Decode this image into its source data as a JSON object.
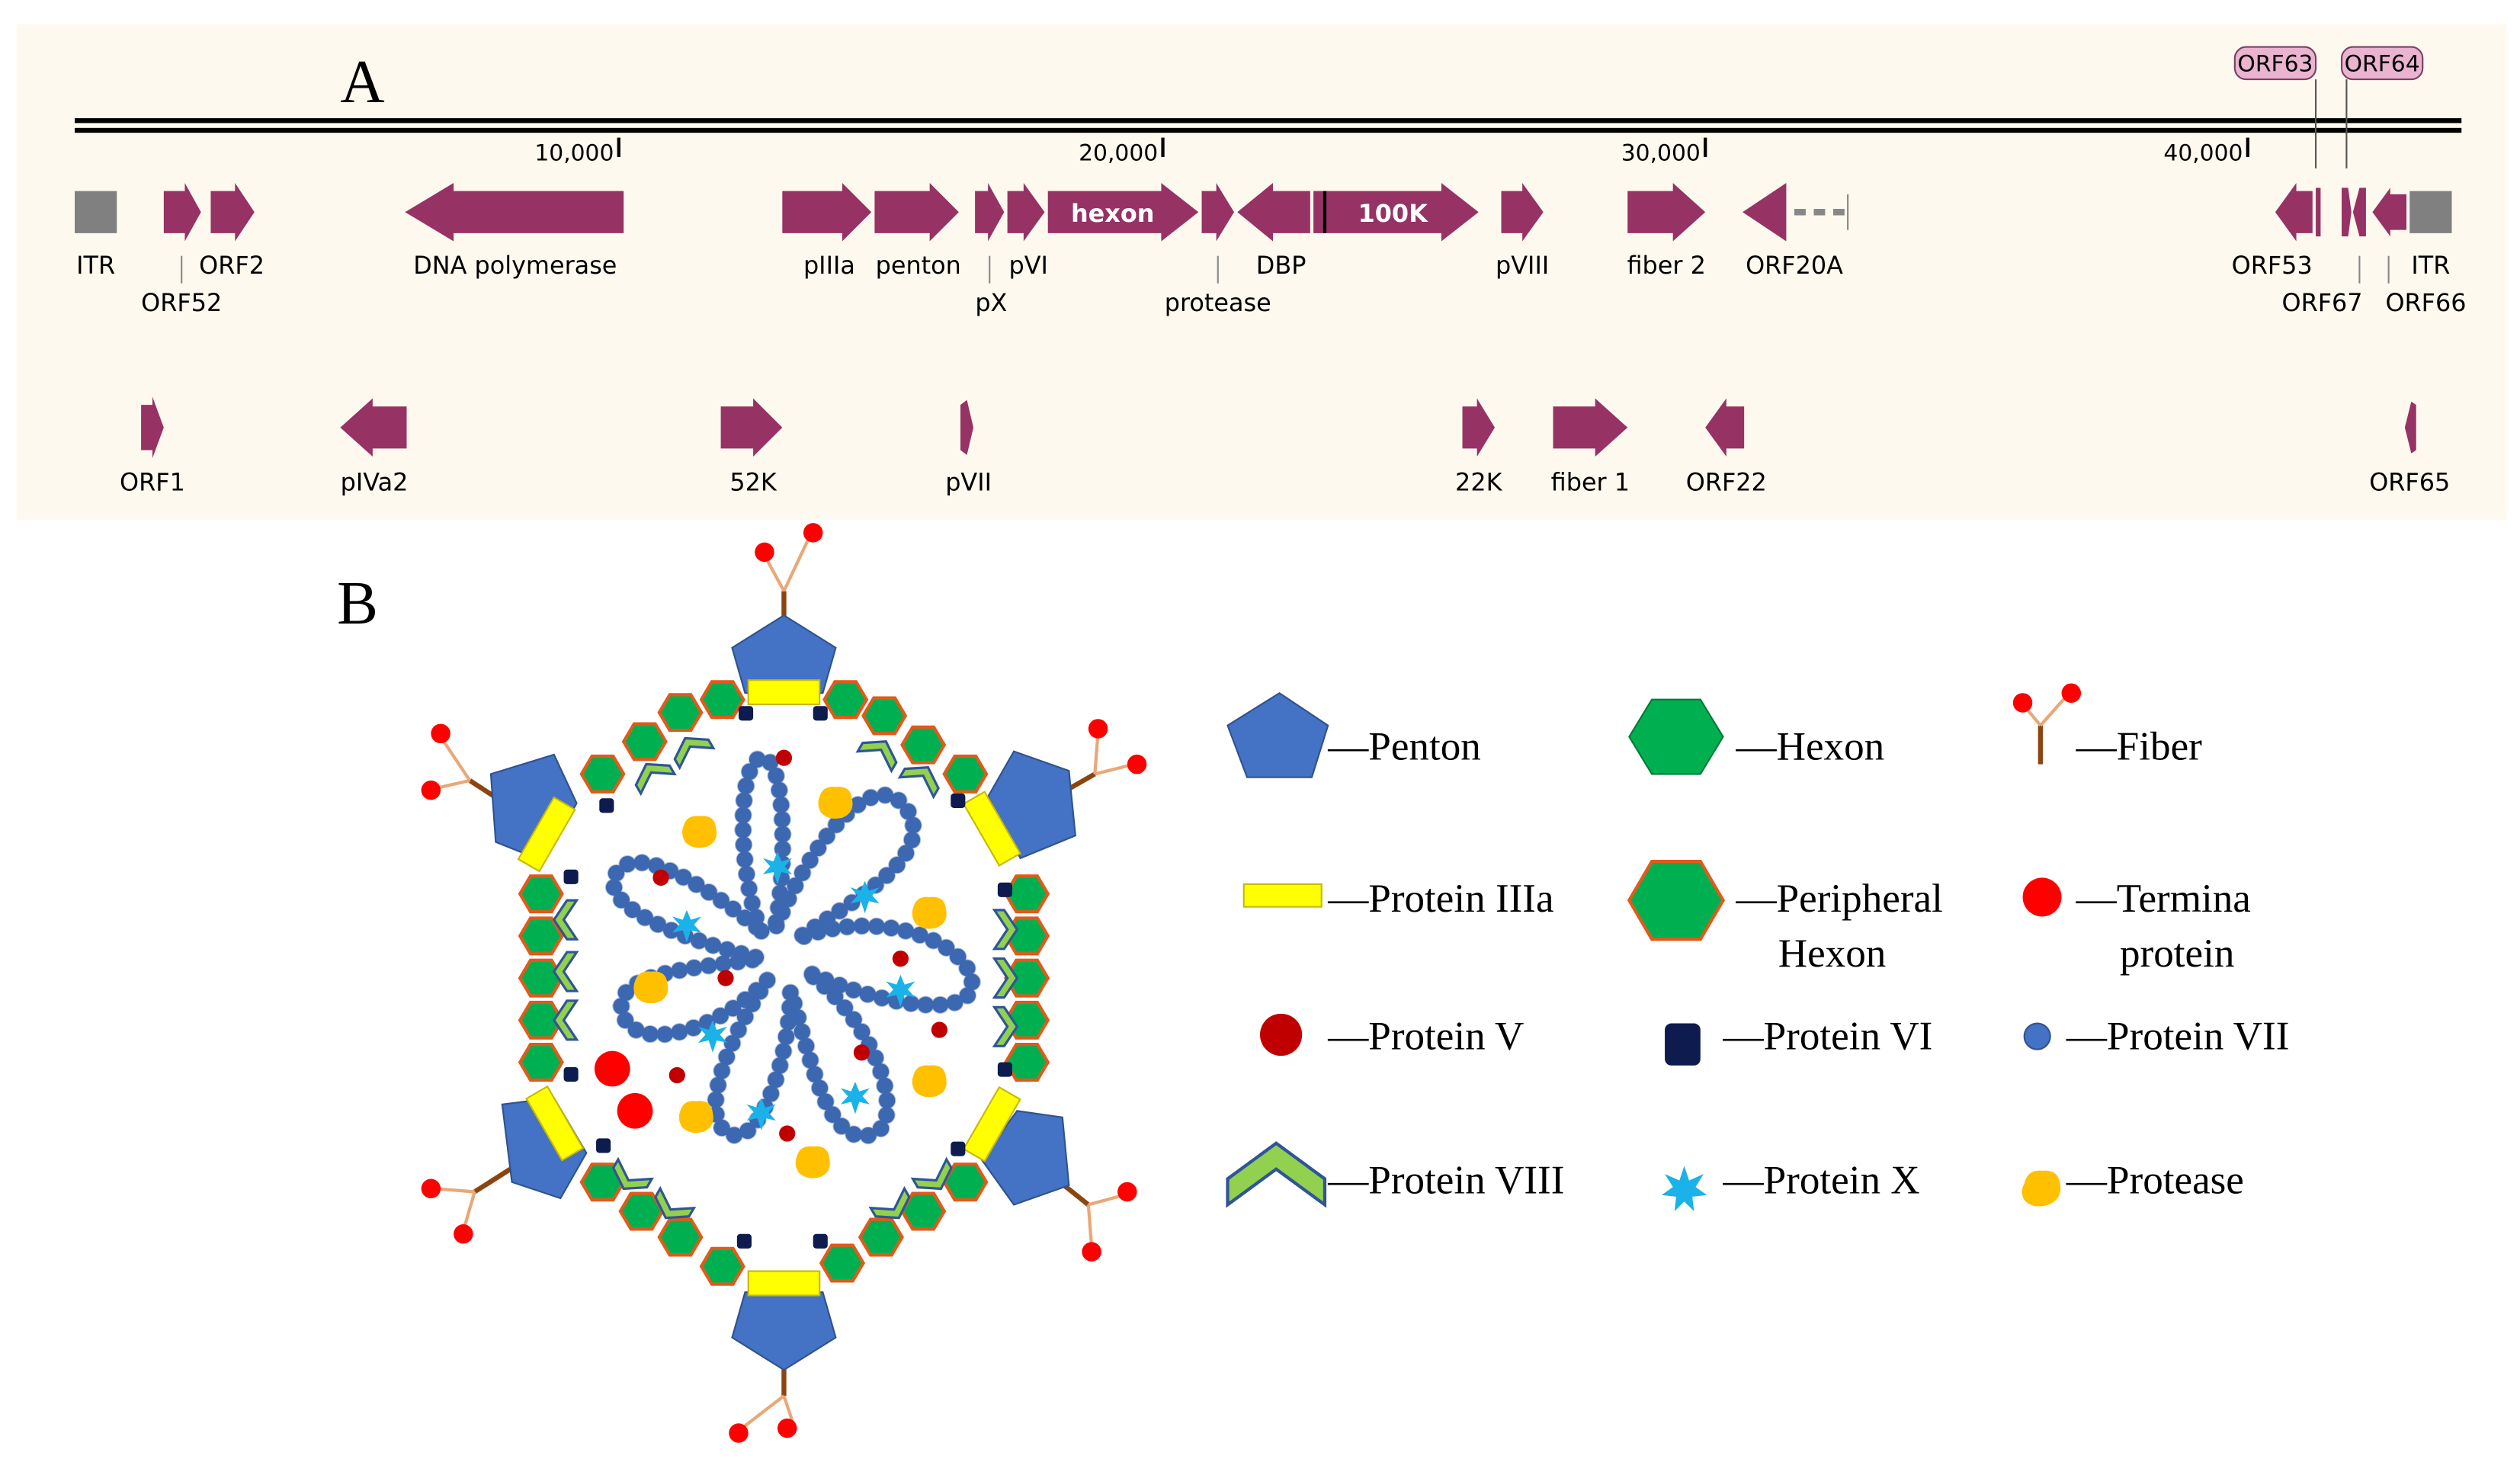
{
  "panel_a": {
    "label": "A",
    "ruler": {
      "ticks": [
        {
          "label": "10,000",
          "pos": 10000
        },
        {
          "label": "20,000",
          "pos": 20000
        },
        {
          "label": "30,000",
          "pos": 30000
        },
        {
          "label": "40,000",
          "pos": 40000
        }
      ]
    },
    "callouts": [
      "ORF63",
      "ORF64"
    ],
    "genes": [
      {
        "id": "itr-left",
        "label": "ITR",
        "shape": "box",
        "color": "#808080"
      },
      {
        "id": "orf52",
        "label": "ORF52",
        "shape": "arrow-right"
      },
      {
        "id": "orf2",
        "label": "ORF2",
        "shape": "arrow-right"
      },
      {
        "id": "dna-polymerase",
        "label": "DNA polymerase",
        "shape": "arrow-left"
      },
      {
        "id": "piiia",
        "label": "pIIIa",
        "shape": "arrow-right"
      },
      {
        "id": "penton",
        "label": "penton",
        "shape": "arrow-right"
      },
      {
        "id": "px",
        "label": "pX",
        "shape": "arrow-right"
      },
      {
        "id": "pvi",
        "label": "pVI",
        "shape": "arrow-right"
      },
      {
        "id": "hexon",
        "label": "hexon",
        "shape": "arrow-right"
      },
      {
        "id": "protease",
        "label": "protease",
        "shape": "arrow-right"
      },
      {
        "id": "dbp",
        "label": "DBP",
        "shape": "arrow-left"
      },
      {
        "id": "100k",
        "label": "100K",
        "shape": "arrow-right"
      },
      {
        "id": "pviii",
        "label": "pVIII",
        "shape": "arrow-right"
      },
      {
        "id": "fiber2",
        "label": "fiber 2",
        "shape": "arrow-right"
      },
      {
        "id": "orf20a",
        "label": "ORF20A",
        "shape": "arrow-left"
      },
      {
        "id": "orf53",
        "label": "ORF53",
        "shape": "arrow-left"
      },
      {
        "id": "orf67",
        "label": "ORF67",
        "shape": "arrow-left"
      },
      {
        "id": "orf66",
        "label": "ORF66",
        "shape": "arrow-left"
      },
      {
        "id": "itr-right",
        "label": "ITR",
        "shape": "box",
        "color": "#808080"
      },
      {
        "id": "orf1",
        "label": "ORF1",
        "shape": "arrow-right"
      },
      {
        "id": "piva2",
        "label": "pIVa2",
        "shape": "arrow-left"
      },
      {
        "id": "52k",
        "label": "52K",
        "shape": "arrow-right"
      },
      {
        "id": "pvii",
        "label": "pVII",
        "shape": "arrow-right"
      },
      {
        "id": "22k",
        "label": "22K",
        "shape": "arrow-right"
      },
      {
        "id": "fiber1",
        "label": "fiber 1",
        "shape": "arrow-right"
      },
      {
        "id": "orf22",
        "label": "ORF22",
        "shape": "arrow-left"
      },
      {
        "id": "orf65",
        "label": "ORF65",
        "shape": "arrow-left"
      }
    ],
    "colors": {
      "gene": "#963264",
      "itr": "#808080",
      "background": "#fdf9ef",
      "callout": "#eab4d0"
    }
  },
  "panel_b": {
    "label": "B",
    "legend": [
      {
        "id": "penton",
        "label": "—Penton",
        "icon": "pentagon-icon",
        "color": "#4472c4"
      },
      {
        "id": "hexon",
        "label": "—Hexon",
        "icon": "hexagon-icon",
        "color": "#00b050"
      },
      {
        "id": "fiber",
        "label": "—Fiber",
        "icon": "fiber-icon",
        "color": "#8b4513"
      },
      {
        "id": "protein-iiia",
        "label": "—Protein IIIa",
        "icon": "rectangle-icon",
        "color": "#ffff00"
      },
      {
        "id": "peripheral-hexon",
        "label": [
          "—Peripheral",
          "Hexon"
        ],
        "icon": "hexagon-outlined-icon",
        "color": "#00b050"
      },
      {
        "id": "terminal-protein",
        "label": [
          "—Termina",
          "protein"
        ],
        "icon": "red-dot-icon",
        "color": "#ff0000"
      },
      {
        "id": "protein-v",
        "label": "—Protein V",
        "icon": "dark-red-dot-icon",
        "color": "#c00000"
      },
      {
        "id": "protein-vi",
        "label": "—Protein VI",
        "icon": "navy-square-icon",
        "color": "#0d1b4f"
      },
      {
        "id": "protein-vii",
        "label": "—Protein VII",
        "icon": "blue-bead-icon",
        "color": "#4472c4"
      },
      {
        "id": "protein-viii",
        "label": "—Protein VIII",
        "icon": "chevron-icon",
        "color": "#92d050"
      },
      {
        "id": "protein-x",
        "label": "—Protein X",
        "icon": "star-burst-icon",
        "color": "#1ab2e8"
      },
      {
        "id": "protease",
        "label": "—Protease",
        "icon": "orange-blob-icon",
        "color": "#ffc000"
      }
    ]
  }
}
